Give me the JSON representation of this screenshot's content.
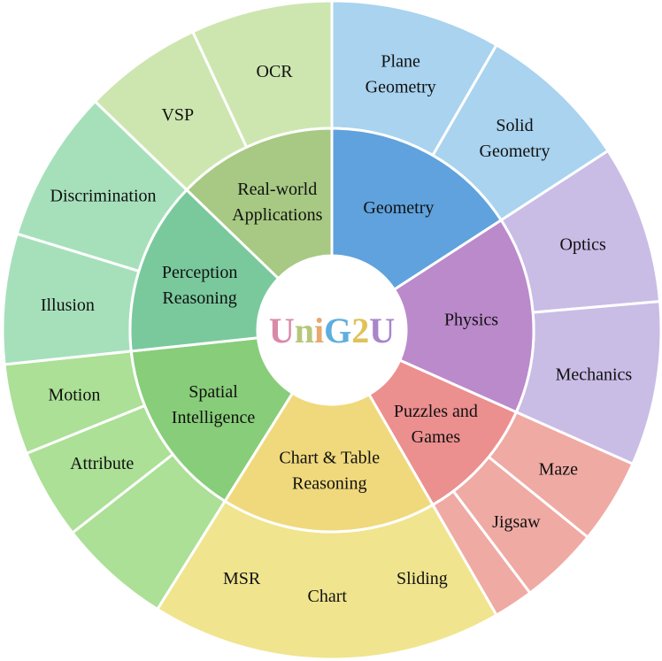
{
  "center": {
    "title_parts": [
      {
        "text": "U",
        "color": "#d98aa8"
      },
      {
        "text": "n",
        "color": "#b6c77a"
      },
      {
        "text": "i",
        "color": "#e9a86d"
      },
      {
        "text": "G",
        "color": "#5eaede"
      },
      {
        "text": "2",
        "color": "#e0c25a"
      },
      {
        "text": "U",
        "color": "#a985c9"
      }
    ]
  },
  "categories": [
    {
      "id": "geometry",
      "label": "Geometry",
      "color": "#5fa2dd",
      "subs": [
        {
          "id": "plane-geometry",
          "label": "Plane Geometry",
          "color": "#a9d3ef"
        },
        {
          "id": "solid-geometry",
          "label": "Solid Geometry",
          "color": "#a9d3ef"
        }
      ]
    },
    {
      "id": "physics",
      "label": "Physics",
      "color": "#bb8acb",
      "subs": [
        {
          "id": "optics",
          "label": "Optics",
          "color": "#c9bde6"
        },
        {
          "id": "mechanics",
          "label": "Mechanics",
          "color": "#c9bde6"
        }
      ]
    },
    {
      "id": "puzzles-and-games",
      "label": "Puzzles and Games",
      "color": "#ec8f8f",
      "subs": [
        {
          "id": "maze",
          "label": "Maze",
          "color": "#efaaa3"
        },
        {
          "id": "jigsaw",
          "label": "Jigsaw",
          "color": "#efaaa3"
        },
        {
          "id": "sliding",
          "label": "Sliding",
          "color": "#efaaa3"
        }
      ]
    },
    {
      "id": "chart-table-reasoning",
      "label": "Chart & Table Reasoning",
      "color": "#f0d97c",
      "subs": [
        {
          "id": "chart",
          "label": "Chart",
          "color": "#f0e48e"
        }
      ]
    },
    {
      "id": "spatial-intelligence",
      "label": "Spatial Intelligence",
      "color": "#88cd79",
      "subs": [
        {
          "id": "msr",
          "label": "MSR",
          "color": "#abe096"
        },
        {
          "id": "attribute",
          "label": "Attribute",
          "color": "#abe096"
        },
        {
          "id": "motion",
          "label": "Motion",
          "color": "#abe096"
        }
      ]
    },
    {
      "id": "perception-reasoning",
      "label": "Perception Reasoning",
      "color": "#79c99d",
      "subs": [
        {
          "id": "illusion",
          "label": "Illusion",
          "color": "#a6e0bb"
        },
        {
          "id": "discrimination",
          "label": "Discrimination",
          "color": "#a6e0bb"
        }
      ]
    },
    {
      "id": "real-world-applications",
      "label": "Real-world Applications",
      "color": "#a7c983",
      "subs": [
        {
          "id": "vsp",
          "label": "VSP",
          "color": "#cde6b0"
        },
        {
          "id": "ocr",
          "label": "OCR",
          "color": "#cde6b0"
        }
      ]
    }
  ]
}
